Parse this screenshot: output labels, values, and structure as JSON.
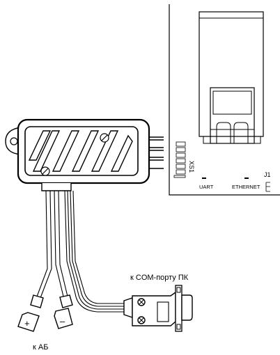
{
  "labels": {
    "xs1": "XS1",
    "uart": "UART",
    "ethernet": "ETHERNET",
    "j1": "J1",
    "com_port": "к COM-порту ПК",
    "battery": "к АБ",
    "plus": "+",
    "minus": "–"
  },
  "colors": {
    "stroke": "#000000",
    "background": "#ffffff"
  }
}
